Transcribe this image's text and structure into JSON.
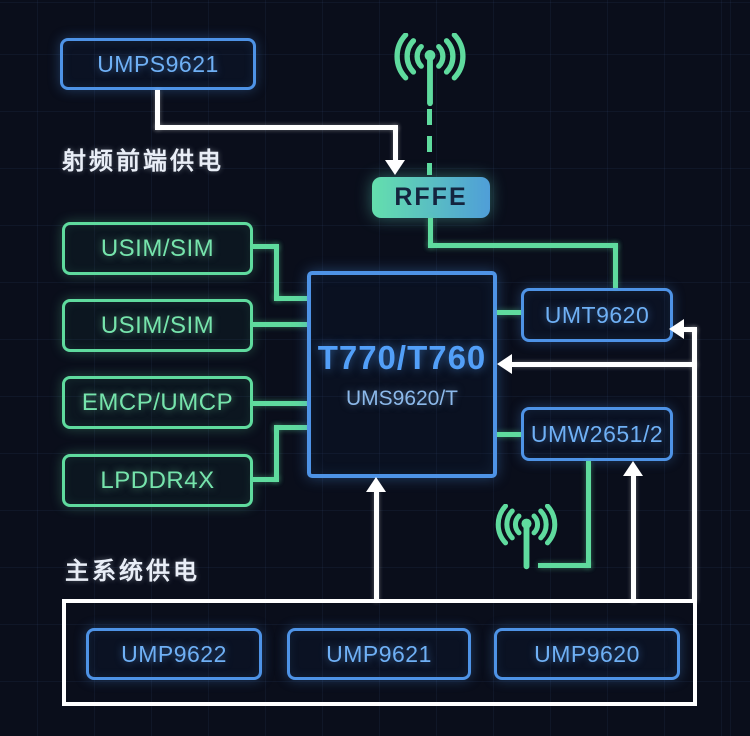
{
  "palette": {
    "background": "#0a0e1b",
    "green_accent": "#5fdb9e",
    "blue_border": "#4e93e6",
    "blue_text": "#6fb0f5",
    "soc_title_blue": "#529ff8",
    "soc_sub_blue": "#8cb9ea",
    "rffe_gradient_from": "#64dfad",
    "rffe_gradient_to": "#4f9ed8",
    "rffe_text": "#14243e",
    "line_white": "#ffffff",
    "label_white": "#e9eef7"
  },
  "labels": {
    "rf_power": "射频前端供电",
    "main_power": "主系统供电"
  },
  "nodes": {
    "umps9621": "UMPS9621",
    "rffe": "RFFE",
    "usim1": "USIM/SIM",
    "usim2": "USIM/SIM",
    "emcp": "EMCP/UMCP",
    "lpddr": "LPDDR4X",
    "soc_title": "T770/T760",
    "soc_sub": "UMS9620/T",
    "umt": "UMT9620",
    "umw": "UMW2651/2",
    "ump9622": "UMP9622",
    "ump9621": "UMP9621",
    "ump9620": "UMP9620"
  },
  "icons": {
    "antenna_top": "antenna-icon",
    "antenna_mid": "antenna-icon"
  }
}
